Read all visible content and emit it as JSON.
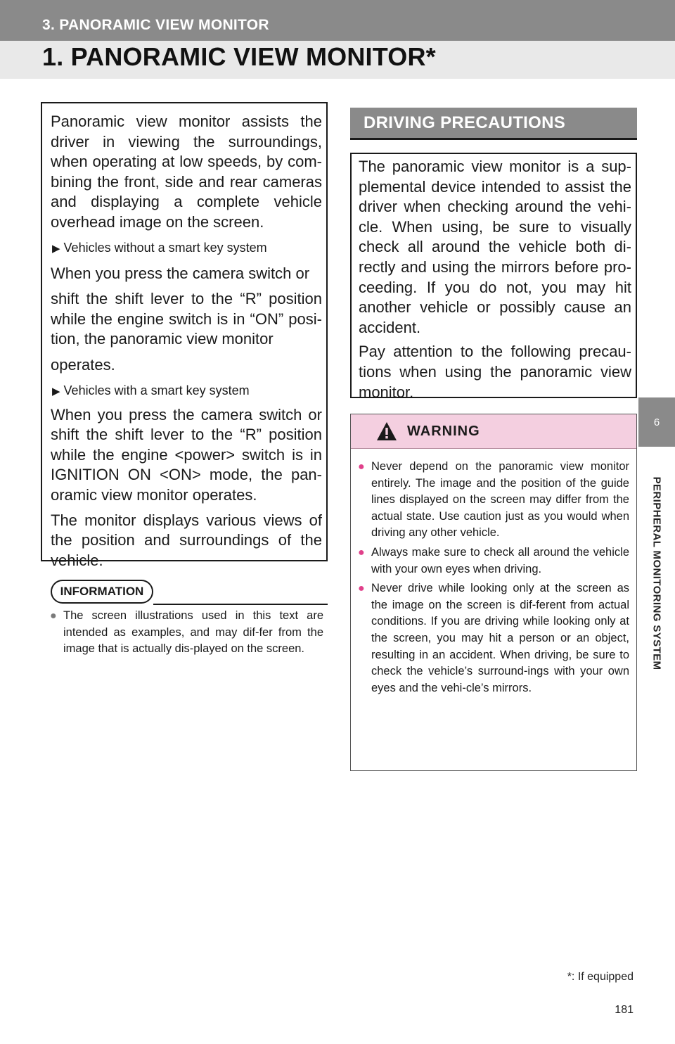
{
  "header": {
    "section": "3. PANORAMIC VIEW MONITOR",
    "title": "1. PANORAMIC VIEW MONITOR*"
  },
  "side": {
    "chapter_number": "6",
    "chapter_label": "PERIPHERAL MONITORING SYSTEM"
  },
  "intro": {
    "p1": "Panoramic view monitor assists the driver in viewing the surroundings, when operating at low speeds, by com-bining the front, side and rear cameras and displaying a complete vehicle overhead image on the screen.",
    "sub1": "Vehicles without a smart key system",
    "p2a": "When you press the camera switch or",
    "p2b": "shift the shift lever to the “R” position while the engine switch is in “ON” posi-tion, the panoramic view monitor",
    "p2c": "operates.",
    "sub2": "Vehicles with a smart key system",
    "p3": "When you press the camera switch or shift the shift lever to the “R” position while the engine <power> switch is in IGNITION ON <ON> mode, the pan-oramic view monitor operates.",
    "p4": "The monitor displays various views of the position and surroundings of the vehicle."
  },
  "information": {
    "label": "INFORMATION",
    "item": "The screen illustrations used in this text are intended as examples, and may dif-fer from the image that is actually dis-played on the screen."
  },
  "precautions": {
    "title": "DRIVING PRECAUTIONS",
    "p1": "The panoramic view monitor is a sup-plemental device intended to assist the driver when checking around the vehi-cle. When using, be sure to visually check all around the vehicle both di-rectly and using the mirrors before pro-ceeding. If you do not, you may hit another vehicle or possibly cause an accident.",
    "p2": "Pay attention to the following precau-tions when using the panoramic view monitor."
  },
  "warning": {
    "title": "WARNING",
    "items": [
      "Never depend on the panoramic view monitor entirely. The image and the position of the guide lines displayed on the screen may differ from the actual state. Use caution just as you would when driving any other vehicle.",
      "Always make sure to check all around the vehicle with your own eyes when driving.",
      "Never drive while looking only at the screen as the image on the screen is dif-ferent from actual conditions. If you are driving while looking only at the screen, you may hit a person or an object, resulting in an accident. When driving, be sure to check the vehicle’s surround-ings with your own eyes and the vehi-cle’s mirrors."
    ]
  },
  "footer": {
    "footnote": "*: If equipped",
    "page_number": "181"
  },
  "colors": {
    "gray_bar": "#8a8a8a",
    "warning_header": "#f4cfe0",
    "warning_bullet": "#e0408a"
  }
}
